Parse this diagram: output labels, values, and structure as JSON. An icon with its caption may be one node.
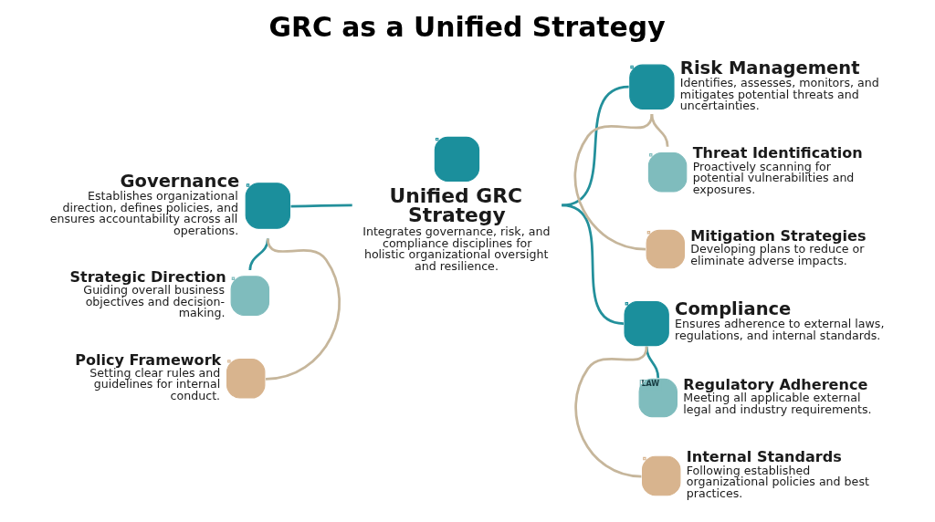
{
  "diagram": {
    "title": "GRC as a Unified Strategy",
    "nodes": [
      {
        "text": [
          "Governance",
          "Establishes organizational direction, defines policies, and ensures accountability across all operations."
        ]
      },
      {
        "text": [
          "Strategic Direction",
          "Guiding overall business objectives and decision-making."
        ]
      },
      {
        "text": [
          "Policy Framework",
          "Setting clear rules and guidelines for internal conduct."
        ]
      },
      {
        "text": [
          "Unified GRC Strategy",
          "Integrates governance, risk, and compliance disciplines for holistic organizational oversight and resilience."
        ]
      },
      {
        "text": [
          "Risk Management",
          "Identifies, assesses, monitors, and mitigates potential threats and uncertainties."
        ]
      },
      {
        "text": [
          "Threat Identification",
          "Proactively scanning for potential vulnerabilities and exposures."
        ]
      },
      {
        "text": [
          "Mitigation Strategies",
          "Developing plans to reduce or eliminate adverse impacts."
        ]
      },
      {
        "text": [
          "Compliance",
          "Ensures adherence to external laws, regulations, and internal standards."
        ]
      },
      {
        "text": [
          "LAW",
          "Regulatory Adherence",
          "Meeting all applicable external legal and industry requirements."
        ]
      },
      {
        "text": [
          "Internal Standards",
          "Following established organizational policies and best practices."
        ]
      }
    ],
    "edges": [
      {
        "from": 3,
        "to": 0,
        "arrow": "none"
      },
      {
        "from": 0,
        "to": 1,
        "arrow": "none"
      },
      {
        "from": 0,
        "to": 2,
        "arrow": "none",
        "color": "#c6b69b"
      },
      {
        "from": 3,
        "to": 4,
        "arrow": "none"
      },
      {
        "from": 4,
        "to": 5,
        "arrow": "none",
        "color": "#c6b69b"
      },
      {
        "from": 4,
        "to": 6,
        "arrow": "none",
        "color": "#c6b69b"
      },
      {
        "from": 3,
        "to": 7,
        "arrow": "none"
      },
      {
        "from": 7,
        "to": 8,
        "arrow": "none"
      },
      {
        "from": 7,
        "to": 9,
        "arrow": "none",
        "color": "#c6b69b"
      }
    ]
  }
}
